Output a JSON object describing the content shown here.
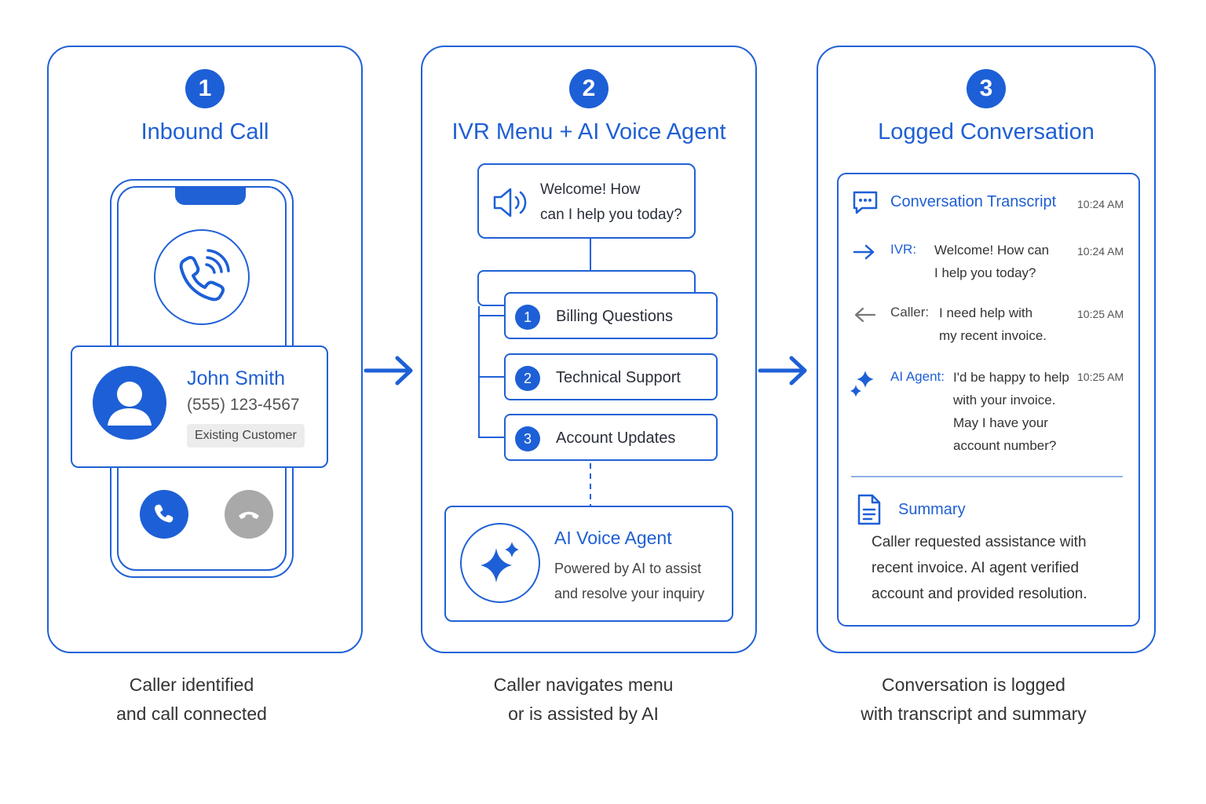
{
  "colors": {
    "accent": "#1d5fd6",
    "decline": "#a9a9a9"
  },
  "steps": [
    {
      "number": "1",
      "title": "Inbound Call",
      "caption_line1": "Caller identified",
      "caption_line2": "and call connected"
    },
    {
      "number": "2",
      "title": "IVR Menu + AI Voice Agent",
      "caption_line1": "Caller navigates menu",
      "caption_line2": "or is assisted by AI"
    },
    {
      "number": "3",
      "title": "Logged Conversation",
      "caption_line1": "Conversation is logged",
      "caption_line2": "with transcript and summary"
    }
  ],
  "inbound": {
    "caller_name": "John Smith",
    "caller_phone": "(555) 123-4567",
    "badge": "Existing Customer",
    "icons": [
      "phone-ringing-icon",
      "user-avatar-icon",
      "accept-call-icon",
      "decline-call-icon"
    ]
  },
  "ivr": {
    "welcome_line1": "Welcome! How",
    "welcome_line2": "can I help you today?",
    "menu": [
      {
        "num": "1",
        "label": "Billing Questions"
      },
      {
        "num": "2",
        "label": "Technical Support"
      },
      {
        "num": "3",
        "label": "Account Updates"
      }
    ],
    "agent_title": "AI Voice Agent",
    "agent_desc_line1": "Powered by AI to assist",
    "agent_desc_line2": "and resolve your inquiry",
    "icons": [
      "speaker-icon",
      "sparkle-icon"
    ]
  },
  "log": {
    "header_title": "Conversation Transcript",
    "header_time": "10:24 AM",
    "entries": [
      {
        "speaker": "IVR:",
        "lines": [
          "Welcome! How can",
          "I help you today?"
        ],
        "time": "10:24 AM"
      },
      {
        "speaker": "Caller:",
        "lines": [
          "I need help with",
          "my recent invoice."
        ],
        "time": "10:25 AM"
      },
      {
        "speaker": "AI Agent:",
        "lines": [
          "I'd be happy to help",
          "with your invoice.",
          "May I have your",
          "account number?"
        ],
        "time": "10:25 AM"
      }
    ],
    "summary_title": "Summary",
    "summary_lines": [
      "Caller requested assistance with",
      "recent invoice. AI agent verified",
      "account and provided resolution."
    ],
    "icons": [
      "chat-icon",
      "arrow-right-icon",
      "arrow-left-icon",
      "sparkle-icon",
      "document-icon"
    ]
  }
}
